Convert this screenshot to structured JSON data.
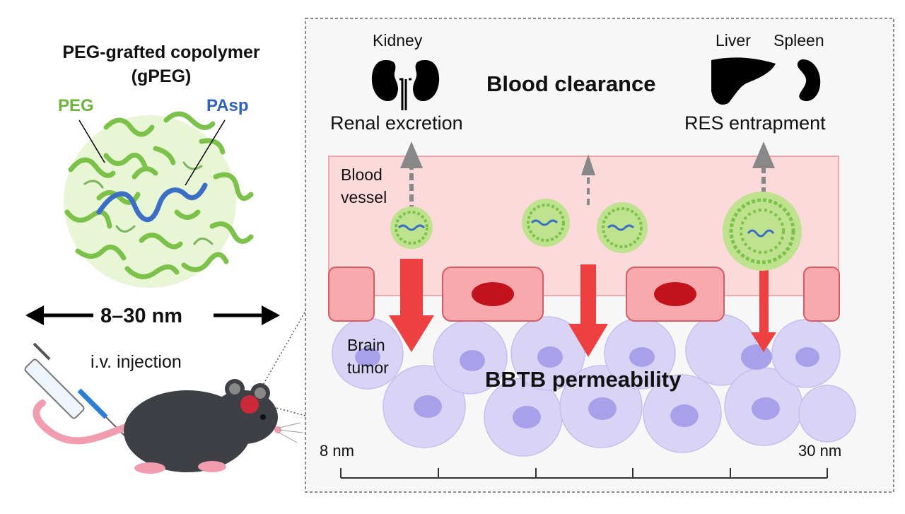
{
  "polymer": {
    "title_line1": "PEG-grafted copolymer",
    "title_line2": "(gPEG)",
    "peg_label": "PEG",
    "pasp_label": "PAsp",
    "size_label": "8–30 nm",
    "peg_color": "#7cc24a",
    "pasp_color": "#3b6fc6"
  },
  "injection": {
    "label": "i.v. injection"
  },
  "clearance": {
    "kidney_label": "Kidney",
    "title": "Blood clearance",
    "liver_label": "Liver",
    "spleen_label": "Spleen",
    "renal_label": "Renal excretion",
    "res_label": "RES entrapment"
  },
  "vessel": {
    "label_line1": "Blood",
    "label_line2": "vessel",
    "fill_color": "#fcdadc"
  },
  "tumor": {
    "label_line1": "Brain",
    "label_line2": "tumor",
    "permeability_label": "BBTB permeability",
    "cell_color": "#c9c3f1"
  },
  "scale": {
    "min_label": "8 nm",
    "max_label": "30 nm"
  }
}
